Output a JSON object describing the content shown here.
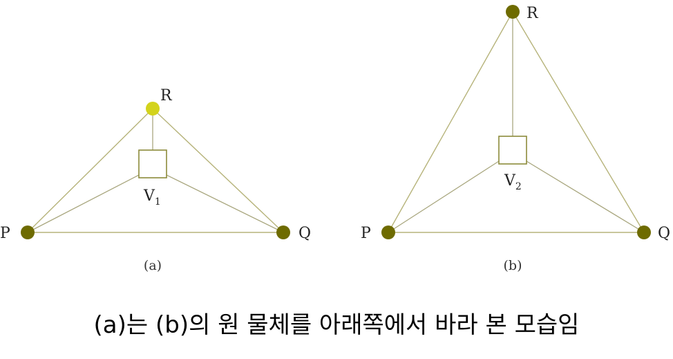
{
  "figure_a": {
    "label_p": "P",
    "label_q": "Q",
    "label_r": "R",
    "label_v": "V",
    "label_v_sub": "1",
    "sublabel": "(a)"
  },
  "figure_b": {
    "label_p": "P",
    "label_q": "Q",
    "label_r": "R",
    "label_v": "V",
    "label_v_sub": "2",
    "sublabel": "(b)"
  },
  "colors": {
    "node": "#6e6b00",
    "node_highlight": "#d3d31c",
    "edge": "#b6b37a"
  },
  "caption": "(a)는 (b)의 원 물체를 아래쪽에서 바라 본 모습임"
}
